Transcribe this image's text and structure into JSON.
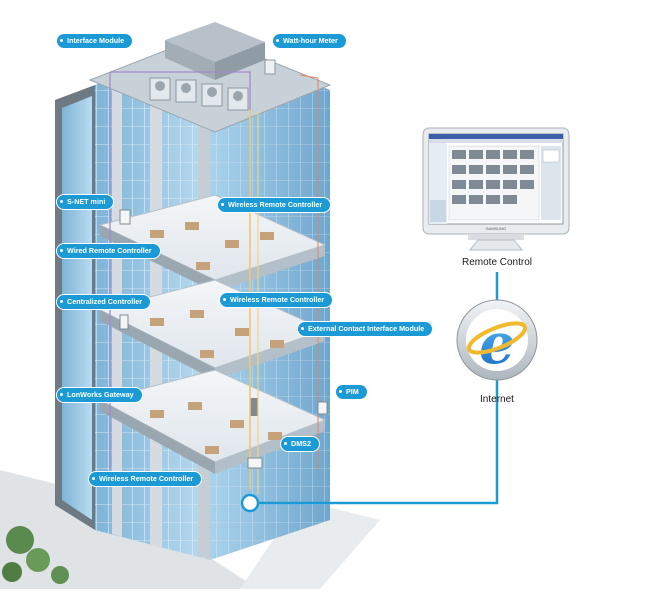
{
  "callouts": {
    "interface_module": "Interface Module",
    "watt_hour_meter": "Watt-hour Meter",
    "snet_mini": "S-NET mini",
    "wireless_remote_controller_1": "Wireless Remote Controller",
    "wired_remote_controller": "Wired Remote Controller",
    "centralized_controller": "Centralized Controller",
    "wireless_remote_controller_2": "Wireless Remote Controller",
    "external_contact_interface_module": "External Contact Interface Module",
    "lonworks_gateway": "LonWorks Gateway",
    "pim": "PIM",
    "dms2": "DMS2",
    "wireless_remote_controller_3": "Wireless Remote Controller"
  },
  "remote": {
    "label": "Remote Control",
    "monitor_brand": "SAMSUNG"
  },
  "internet": {
    "label": "Internet",
    "icon": "internet-explorer-icon"
  },
  "colors": {
    "callout": "#1b9ad6",
    "network_line": "#1b9ad6",
    "glass": "#8fc3e2",
    "frame": "#c8cfd6"
  }
}
